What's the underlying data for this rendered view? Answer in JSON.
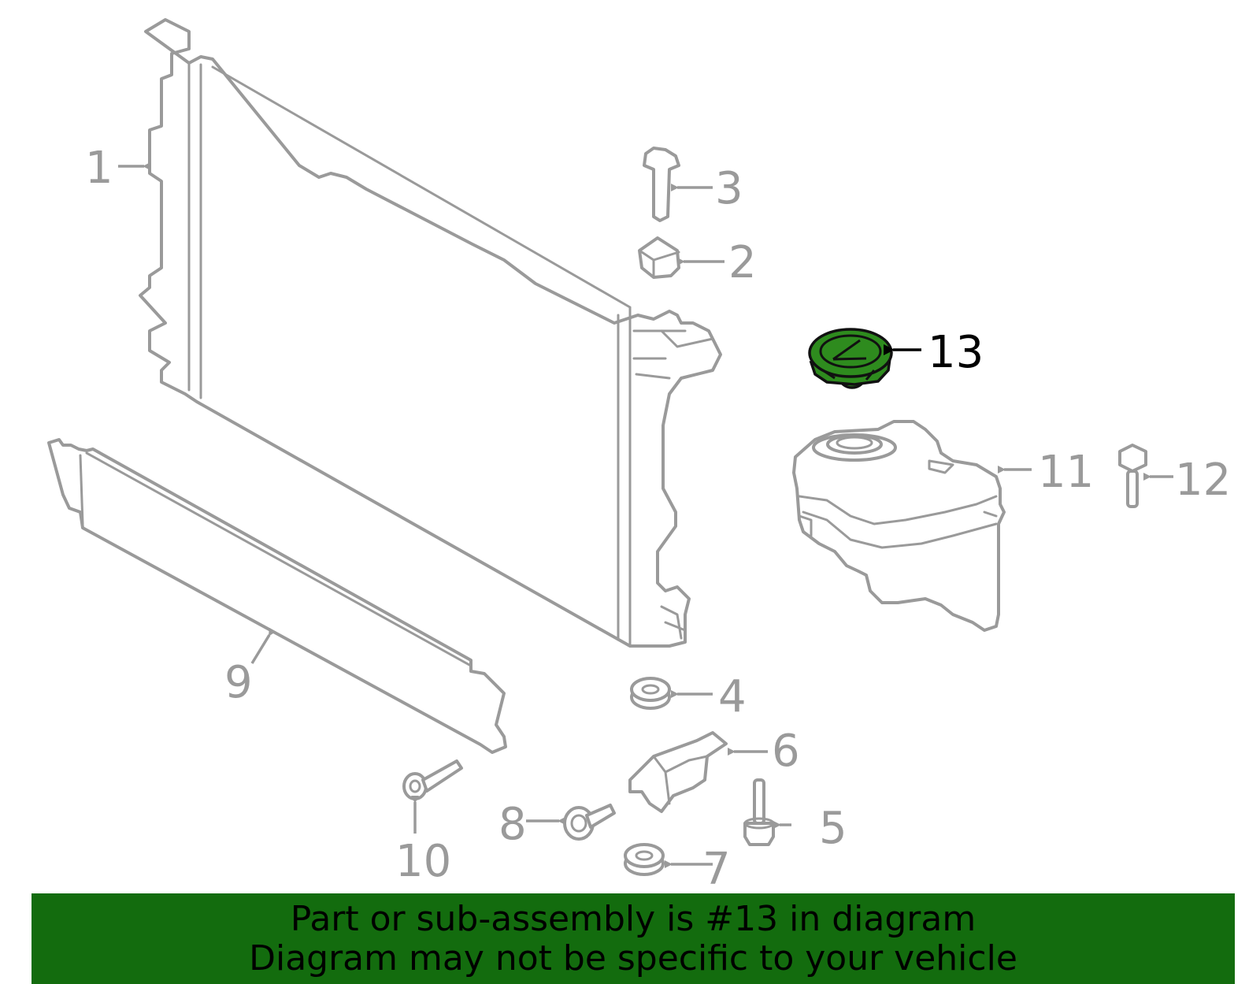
{
  "diagram": {
    "callouts": [
      {
        "id": "1",
        "label": "1"
      },
      {
        "id": "2",
        "label": "2"
      },
      {
        "id": "3",
        "label": "3"
      },
      {
        "id": "4",
        "label": "4"
      },
      {
        "id": "5",
        "label": "5"
      },
      {
        "id": "6",
        "label": "6"
      },
      {
        "id": "7",
        "label": "7"
      },
      {
        "id": "8",
        "label": "8"
      },
      {
        "id": "9",
        "label": "9"
      },
      {
        "id": "10",
        "label": "10"
      },
      {
        "id": "11",
        "label": "11"
      },
      {
        "id": "12",
        "label": "12"
      },
      {
        "id": "13",
        "label": "13",
        "highlighted": true
      }
    ],
    "colors": {
      "part_stroke": "#9a9a9a",
      "highlight_part": "#2e8b1e",
      "highlight_text": "#000000",
      "banner_bg": "#136c0e"
    }
  },
  "banner": {
    "line1": "Part or sub-assembly is #13 in diagram",
    "line2": "Diagram may not be specific to your vehicle"
  }
}
